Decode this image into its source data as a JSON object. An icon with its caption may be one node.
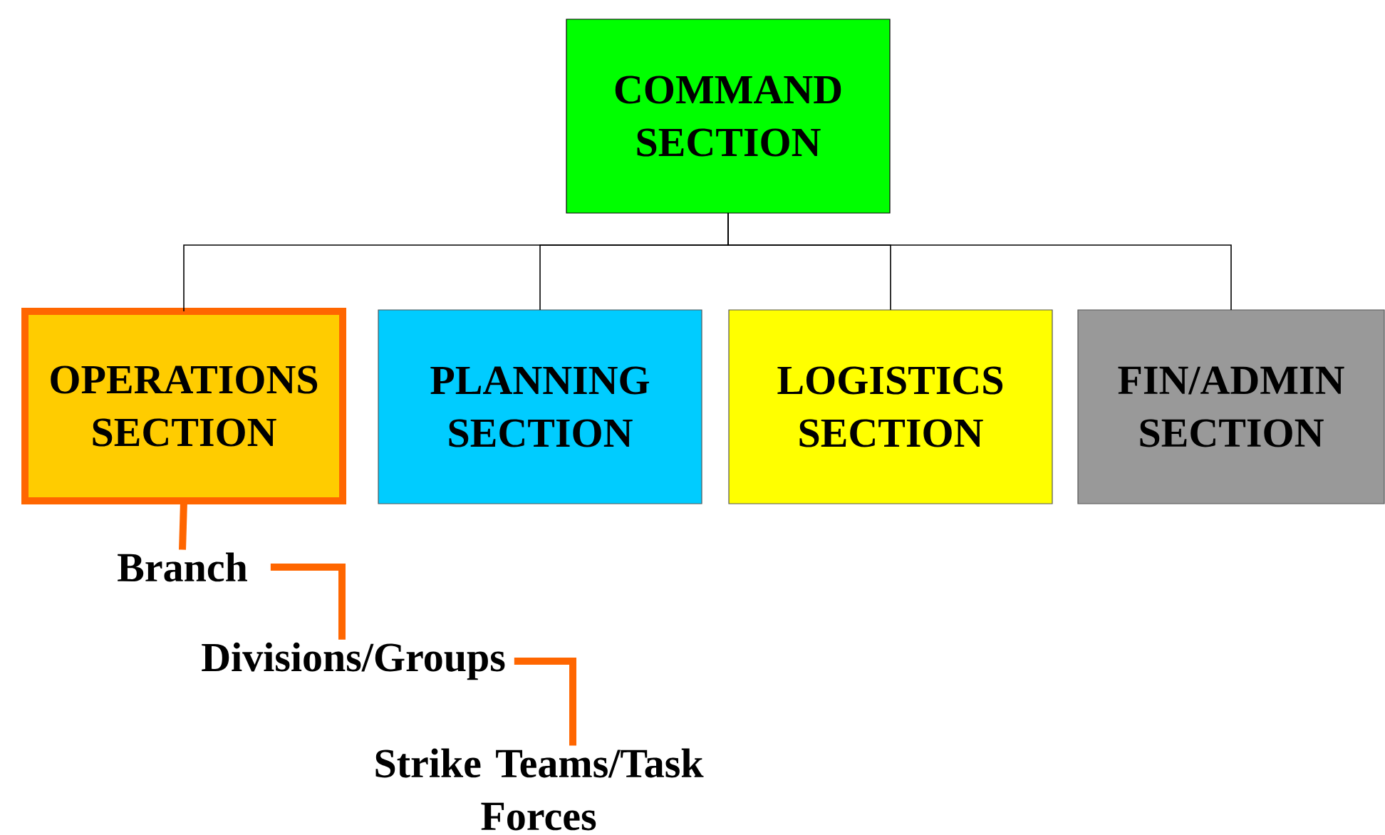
{
  "diagram": {
    "nodes": [
      {
        "text": [
          "COMMAND SECTION"
        ]
      },
      {
        "text": [
          "OPERATIONS SECTION"
        ]
      },
      {
        "text": [
          "PLANNING SECTION"
        ]
      },
      {
        "text": [
          "LOGISTICS SECTION"
        ]
      },
      {
        "text": [
          "FIN/ADMIN SECTION"
        ]
      },
      {
        "text": [
          "Branch"
        ]
      },
      {
        "text": [
          "Divisions/Groups"
        ]
      },
      {
        "text": [
          "Strike Teams/Task Forces"
        ]
      }
    ],
    "edges": [
      {
        "from": 0,
        "to": 1,
        "arrow": "none"
      },
      {
        "from": 0,
        "to": 2,
        "arrow": "none"
      },
      {
        "from": 0,
        "to": 3,
        "arrow": "none"
      },
      {
        "from": 0,
        "to": 4,
        "arrow": "none"
      },
      {
        "from": 1,
        "to": 5,
        "arrow": "none",
        "style": "thick",
        "color": "#ff6600"
      },
      {
        "from": 5,
        "to": 6,
        "arrow": "none",
        "style": "thick",
        "color": "#ff6600"
      },
      {
        "from": 6,
        "to": 7,
        "arrow": "none",
        "style": "thick",
        "color": "#ff6600"
      }
    ]
  }
}
